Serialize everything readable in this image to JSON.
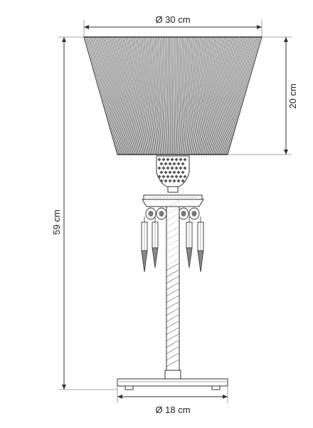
{
  "dimensions": {
    "shade_diameter": "Ø 30 cm",
    "shade_height": "20 cm",
    "total_height": "59 cm",
    "base_diameter": "Ø 18 cm"
  },
  "colors": {
    "line": "#333333",
    "shade_fill": "#cfcfcf",
    "background": "#ffffff"
  }
}
